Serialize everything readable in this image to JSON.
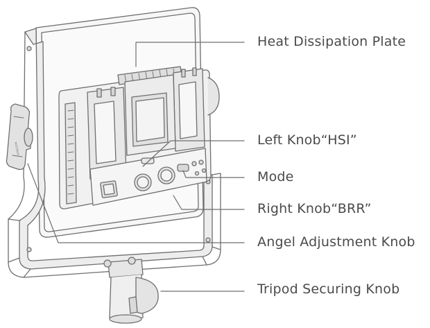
{
  "labels": {
    "heat_dissipation_plate": "Heat Dissipation Plate",
    "left_knob": "Left Knob“HSI”",
    "mode": "Mode",
    "right_knob": "Right Knob“BRR”",
    "angel_adjustment_knob": "Angel Adjustment Knob",
    "tripod_securing_knob": "Tripod Securing Knob"
  },
  "knob_marking": "ROCKBOX",
  "colors": {
    "line": "#6e6e6e",
    "text": "#4a4a4a",
    "fill_light": "#f4f4f4",
    "fill_mid": "#e2e2e2",
    "fill_dark": "#cfcfcf"
  }
}
